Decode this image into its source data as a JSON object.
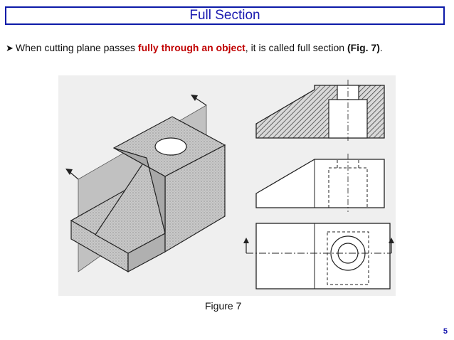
{
  "slide": {
    "title": "Full Section",
    "bullet": {
      "icon": "chevron-right-icon",
      "prefix": "When cutting plane passes ",
      "emphasis": "fully through an object",
      "middle": ", it is called full section ",
      "reference": "(Fig. 7)",
      "suffix": "."
    },
    "caption": "Figure 7",
    "page_number": "5"
  },
  "colors": {
    "title_border": "#0c1aa8",
    "title_text": "#1a1ab0",
    "emphasis": "#c00000",
    "figure_background": "#efefef"
  }
}
